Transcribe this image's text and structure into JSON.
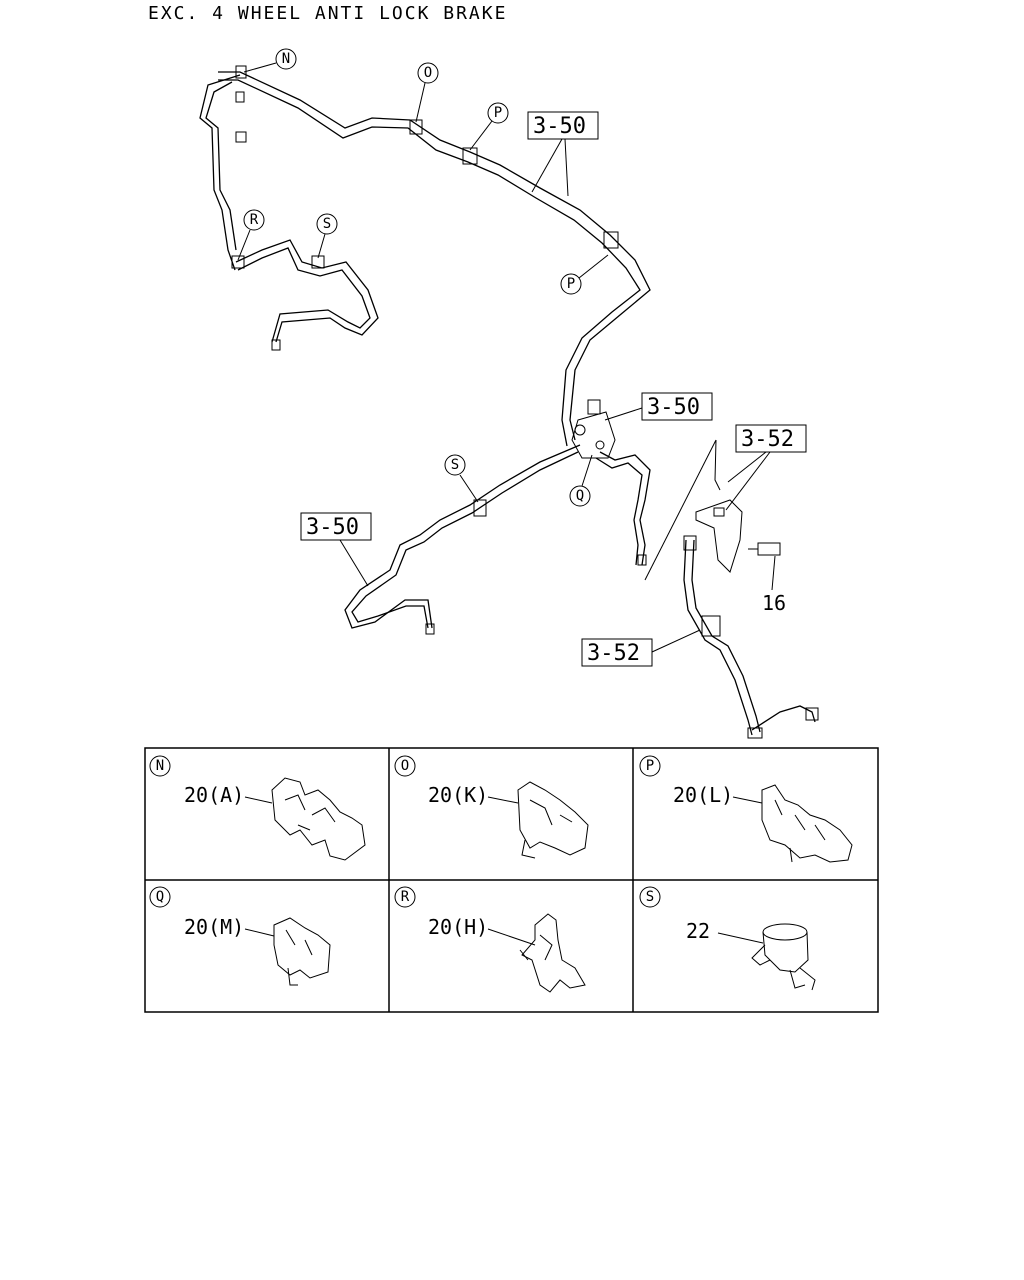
{
  "title": "EXC. 4 WHEEL ANTI LOCK BRAKE",
  "callouts": {
    "ref_1": "3-50",
    "ref_2": "3-50",
    "ref_3": "3-50",
    "ref_4": "3-52",
    "ref_5": "3-52",
    "part_16": "16"
  },
  "markers": {
    "n": "N",
    "o": "O",
    "p1": "P",
    "p2": "P",
    "q": "Q",
    "r": "R",
    "s1": "S",
    "s2": "S"
  },
  "detail_table": [
    {
      "letter": "N",
      "part": "20(A)"
    },
    {
      "letter": "O",
      "part": "20(K)"
    },
    {
      "letter": "P",
      "part": "20(L)"
    },
    {
      "letter": "Q",
      "part": "20(M)"
    },
    {
      "letter": "R",
      "part": "20(H)"
    },
    {
      "letter": "S",
      "part": "22"
    }
  ]
}
